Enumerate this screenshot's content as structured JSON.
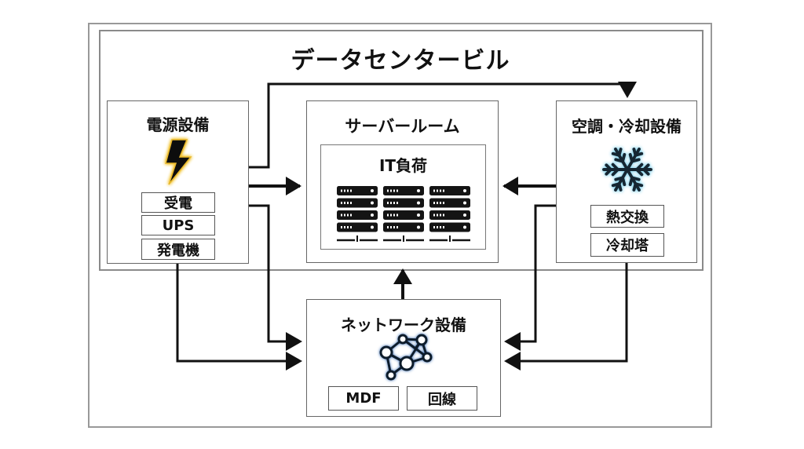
{
  "diagram": {
    "title": "データセンタービル",
    "power": {
      "title": "電源設備",
      "icon": "lightning-bolt-icon",
      "items": [
        "受電",
        "UPS",
        "発電機"
      ]
    },
    "server_room": {
      "title": "サーバールーム",
      "it_load": {
        "title": "IT負荷",
        "icon": "server-rack-icon",
        "rack_count": 3,
        "units_per_rack": 4
      }
    },
    "cooling": {
      "title": "空調・冷却設備",
      "icon": "snowflake-icon",
      "items": [
        "熱交換",
        "冷却塔"
      ]
    },
    "network": {
      "title": "ネットワーク設備",
      "icon": "network-graph-icon",
      "items": [
        "MDF",
        "回線"
      ]
    },
    "connections": [
      {
        "from": "電源設備",
        "to": "サーバールーム"
      },
      {
        "from": "電源設備",
        "to": "空調・冷却設備"
      },
      {
        "from": "電源設備",
        "to": "ネットワーク設備"
      },
      {
        "from": "電源設備",
        "to": "ネットワーク設備"
      },
      {
        "from": "空調・冷却設備",
        "to": "サーバールーム"
      },
      {
        "from": "空調・冷却設備",
        "to": "ネットワーク設備"
      },
      {
        "from": "空調・冷却設備",
        "to": "ネットワーク設備"
      },
      {
        "from": "ネットワーク設備",
        "to": "サーバールーム"
      }
    ],
    "colors": {
      "line": "#111111",
      "frame": "#8a8a8a",
      "bolt_glow": "#f2c230",
      "snow_glow": "#8fd6ee",
      "network_glow": "#2a5fa8"
    }
  }
}
